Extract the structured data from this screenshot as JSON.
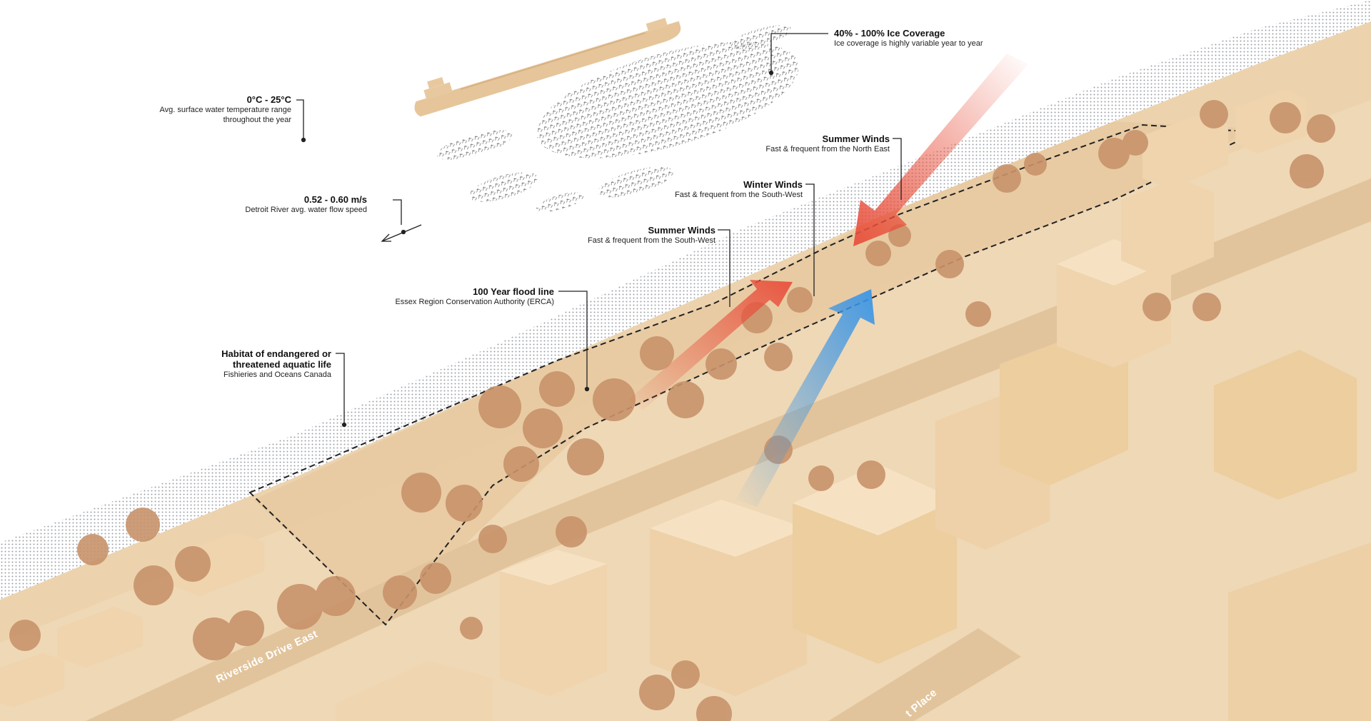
{
  "annotations": {
    "water_temp": {
      "title": "0°C - 25°C",
      "subtitle": "Avg. surface water temperature range throughout the year"
    },
    "ice": {
      "title": "40% - 100% Ice Coverage",
      "subtitle": "Ice coverage is highly variable year to year"
    },
    "summer_ne": {
      "title": "Summer Winds",
      "subtitle": "Fast & frequent from the North East"
    },
    "winter_sw": {
      "title": "Winter Winds",
      "subtitle": "Fast & frequent from the South-West"
    },
    "summer_sw": {
      "title": "Summer Winds",
      "subtitle": "Fast & frequent from the South-West"
    },
    "flow": {
      "title": "0.52 - 0.60 m/s",
      "subtitle": "Detroit River avg. water flow speed"
    },
    "flood": {
      "title": "100 Year flood line",
      "subtitle": "Essex Region Conservation Authority (ERCA)"
    },
    "habitat": {
      "title": "Habitat of endangered or threatened aquatic life",
      "subtitle": "Fishieries and Oceans Canada"
    }
  },
  "streets": {
    "riverside": "Riverside Drive East",
    "place": "t Place"
  },
  "colors": {
    "summer_wind": "#e8503c",
    "winter_wind": "#3a95e6",
    "model_wood": "#ecd3ae",
    "trees": "#c8936b"
  }
}
